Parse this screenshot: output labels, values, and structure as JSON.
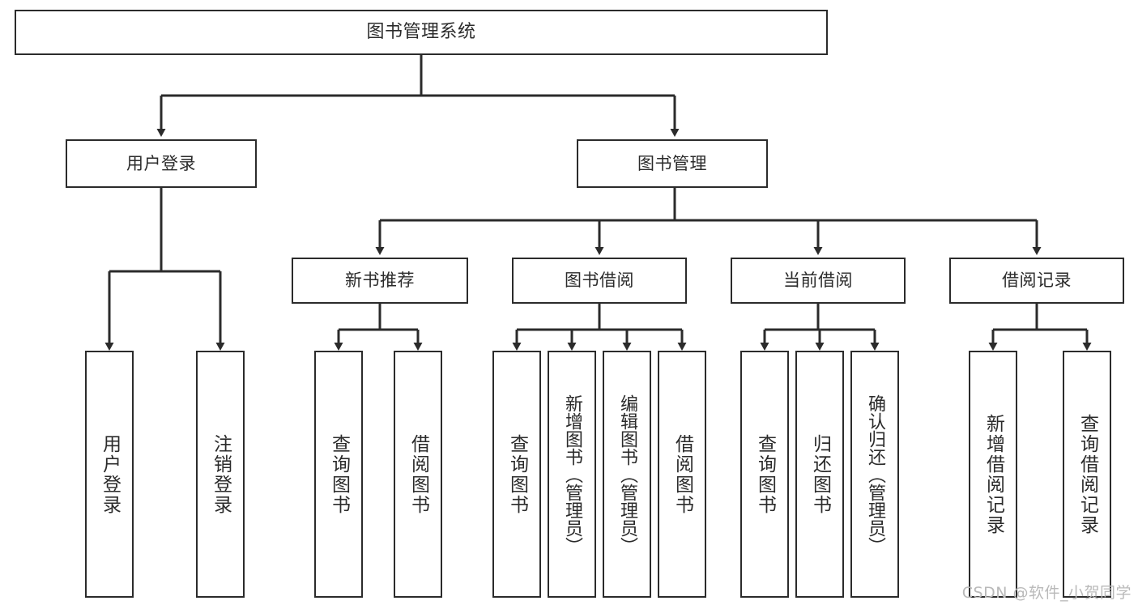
{
  "diagram": {
    "title": "图书管理系统",
    "watermark": "CSDN @软件_小贺同学",
    "line_color": "#2b2b2b",
    "text_color": "#2b2b2b",
    "background": "#ffffff",
    "levels": {
      "level0": [
        {
          "id": "root",
          "label": "图书管理系统"
        }
      ],
      "level1": [
        {
          "id": "user-login",
          "label": "用户登录"
        },
        {
          "id": "book-manage",
          "label": "图书管理"
        }
      ],
      "level2": [
        {
          "id": "new-book-rec",
          "label": "新书推荐"
        },
        {
          "id": "book-borrow",
          "label": "图书借阅"
        },
        {
          "id": "current-borrow",
          "label": "当前借阅"
        },
        {
          "id": "borrow-record",
          "label": "借阅记录"
        }
      ],
      "level3": [
        {
          "id": "leaf-user-login",
          "label": "用户登录",
          "parent": "user-login"
        },
        {
          "id": "leaf-user-logout",
          "label": "注销登录",
          "parent": "user-login"
        },
        {
          "id": "leaf-query-book-1",
          "label": "查询图书",
          "parent": "new-book-rec"
        },
        {
          "id": "leaf-borrow-book-1",
          "label": "借阅图书",
          "parent": "new-book-rec"
        },
        {
          "id": "leaf-query-book-2",
          "label": "查询图书",
          "parent": "book-borrow"
        },
        {
          "id": "leaf-add-book",
          "label": "新增图书（管理员）",
          "parent": "book-borrow"
        },
        {
          "id": "leaf-edit-book",
          "label": "编辑图书（管理员）",
          "parent": "book-borrow"
        },
        {
          "id": "leaf-borrow-book-2",
          "label": "借阅图书",
          "parent": "book-borrow"
        },
        {
          "id": "leaf-query-book-3",
          "label": "查询图书",
          "parent": "current-borrow"
        },
        {
          "id": "leaf-return-book",
          "label": "归还图书",
          "parent": "current-borrow"
        },
        {
          "id": "leaf-confirm-return",
          "label": "确认归还（管理员）",
          "parent": "current-borrow"
        },
        {
          "id": "leaf-add-record",
          "label": "新增借阅记录",
          "parent": "borrow-record"
        },
        {
          "id": "leaf-query-record",
          "label": "查询借阅记录",
          "parent": "borrow-record"
        }
      ]
    }
  }
}
